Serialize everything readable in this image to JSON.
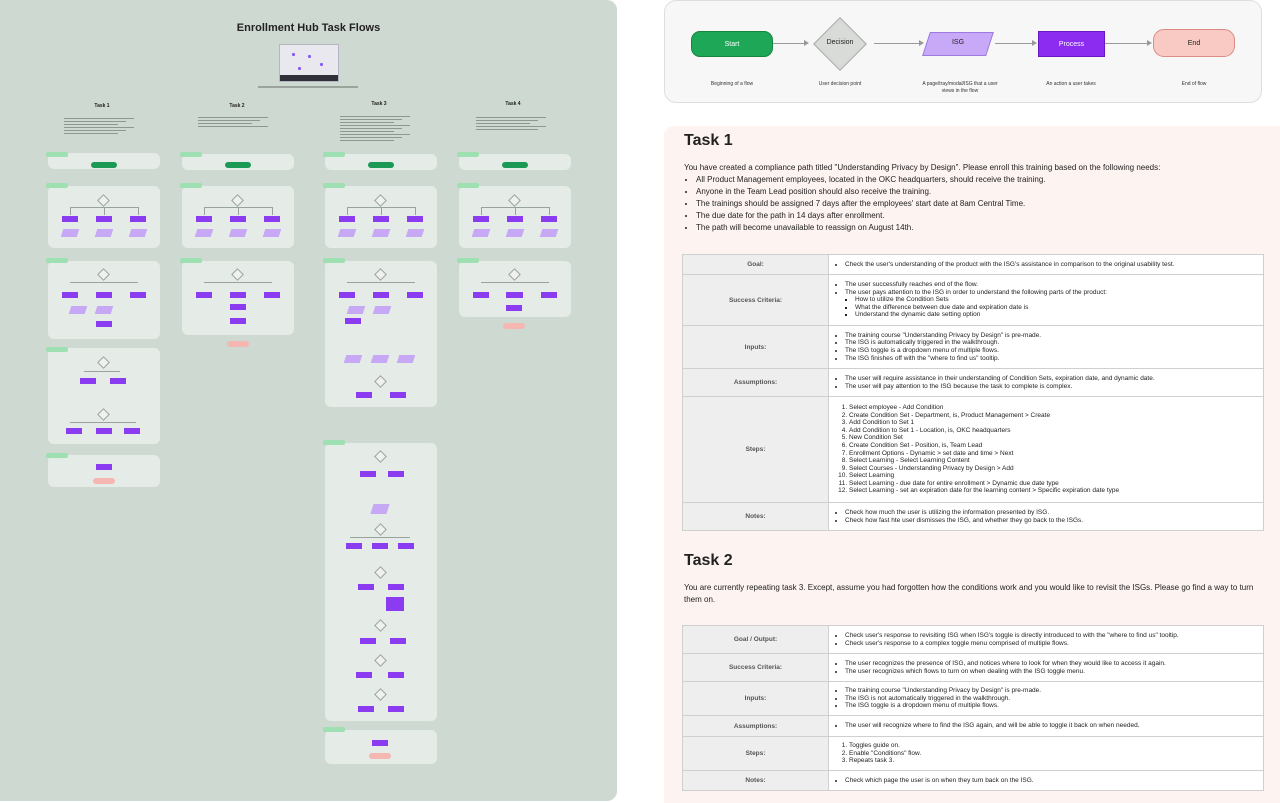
{
  "board": {
    "title": "Enrollment Hub Task Flows",
    "task_headers": [
      "Task 1",
      "Task 2",
      "Task 3",
      "Task 4"
    ]
  },
  "legend": {
    "items": [
      {
        "shape": "start",
        "label": "Start",
        "caption": "Beginning of a flow"
      },
      {
        "shape": "decision",
        "label": "Decision",
        "caption": "User decision point"
      },
      {
        "shape": "isg",
        "label": "ISG",
        "caption": "A page/tray/modal/ISG that a user views in the flow"
      },
      {
        "shape": "process",
        "label": "Process",
        "caption": "An action a user takes"
      },
      {
        "shape": "end",
        "label": "End",
        "caption": "End of flow"
      }
    ],
    "colors": {
      "start": "#1ea757",
      "decision": "#d9dbd9",
      "isg": "#c8a9f7",
      "process": "#8b2cf0",
      "end": "#f9c9c4"
    }
  },
  "task1": {
    "title": "Task 1",
    "intro": "You have created a compliance path titled \"Understanding Privacy by Design\". Please enroll this training based on the following needs:",
    "needs": [
      "All Product Management employees, located in the OKC headquarters, should receive the training.",
      "Anyone in the Team Lead position should also receive the training.",
      "The trainings should be assigned 7 days after the employees' start date at 8am Central Time.",
      "The due date for the path in 14 days after enrollment.",
      "The path will become unavailable to reassign on August 14th."
    ],
    "labels": {
      "goal": "Goal:",
      "success": "Success Criteria:",
      "inputs": "Inputs:",
      "assumptions": "Assumptions:",
      "steps": "Steps:",
      "notes": "Notes:"
    },
    "goal": [
      "Check the user's understanding of the product with the ISG's assistance in comparison to the original usability test."
    ],
    "success": [
      "The user successfully reaches end of the flow.",
      "The user pays attention to the ISG in order to understand the following parts of the product:"
    ],
    "success_sub": [
      "How to utilize the Condition Sets",
      "What the difference between due date and expiration date is",
      "Understand the dynamic date setting option"
    ],
    "inputs": [
      "The training course \"Understanding Privacy by Design\" is pre-made.",
      "The ISG is automatically triggered in the walkthrough.",
      "The ISG toggle is a dropdown menu of multiple flows.",
      "The ISG finishes off with the \"where to find us\" tooltip."
    ],
    "assumptions": [
      "The user will require assistance in their understanding of Condition Sets, expiration date, and dynamic date.",
      "The user will pay attention to the ISG because the task to complete is complex."
    ],
    "steps": [
      "Select employee - Add Condition",
      "Create Condition Set - Department, is, Product Management > Create",
      "Add Condition to Set 1",
      "Add Condition to Set 1 - Location, is, OKC headquarters",
      "New Condition Set",
      "Create Condition Set - Position, is, Team Lead",
      "Enrollment Options - Dynamic > set date and time > Next",
      "Select Learning - Select Learning Content",
      "Select Courses - Understanding Privacy by Design > Add",
      "Select Learning",
      "Select Learning - due date for entire enrollment > Dynamic due date type",
      "Select Learning - set an expiration date for the learning content > Specific expiration date type"
    ],
    "notes": [
      "Check how much the user is utilizing the information presented by ISG.",
      "Check how fast hte user dismisses the ISG, and whether they go back to the ISGs."
    ]
  },
  "task2": {
    "title": "Task 2",
    "intro": "You are currently repeating task 3. Except, assume you had forgotten how the conditions work and you would like to revisit the ISGs. Please go find a way to turn them on.",
    "labels": {
      "goal": "Goal / Output:",
      "success": "Success Criteria:",
      "inputs": "Inputs:",
      "assumptions": "Assumptions:",
      "steps": "Steps:",
      "notes": "Notes:"
    },
    "goal": [
      "Check user's response to revisiting ISG when ISG's toggle is directly introduced to with the \"where to find us\" tooltip.",
      "Check user's response to a complex toggle menu comprised of multiple flows."
    ],
    "success": [
      "The user recognizes the presence of ISG, and notices where to look for when they would like to access it again.",
      "The user recognizes which flows to turn on when dealing with the ISG toggle menu."
    ],
    "inputs": [
      "The training course \"Understanding Privacy by Design\" is pre-made.",
      "The ISG is not automatically triggered in the walkthrough.",
      "The ISG toggle is a dropdown menu of multiple flows."
    ],
    "assumptions": [
      "The user will recognize where to find the ISG again, and will be able to toggle it back on when needed."
    ],
    "steps": [
      "Toggles guide on.",
      "Enable \"Conditions\" flow.",
      "Repeats task 3."
    ],
    "notes": [
      "Check which page the user is on when they turn back on the ISG."
    ]
  }
}
